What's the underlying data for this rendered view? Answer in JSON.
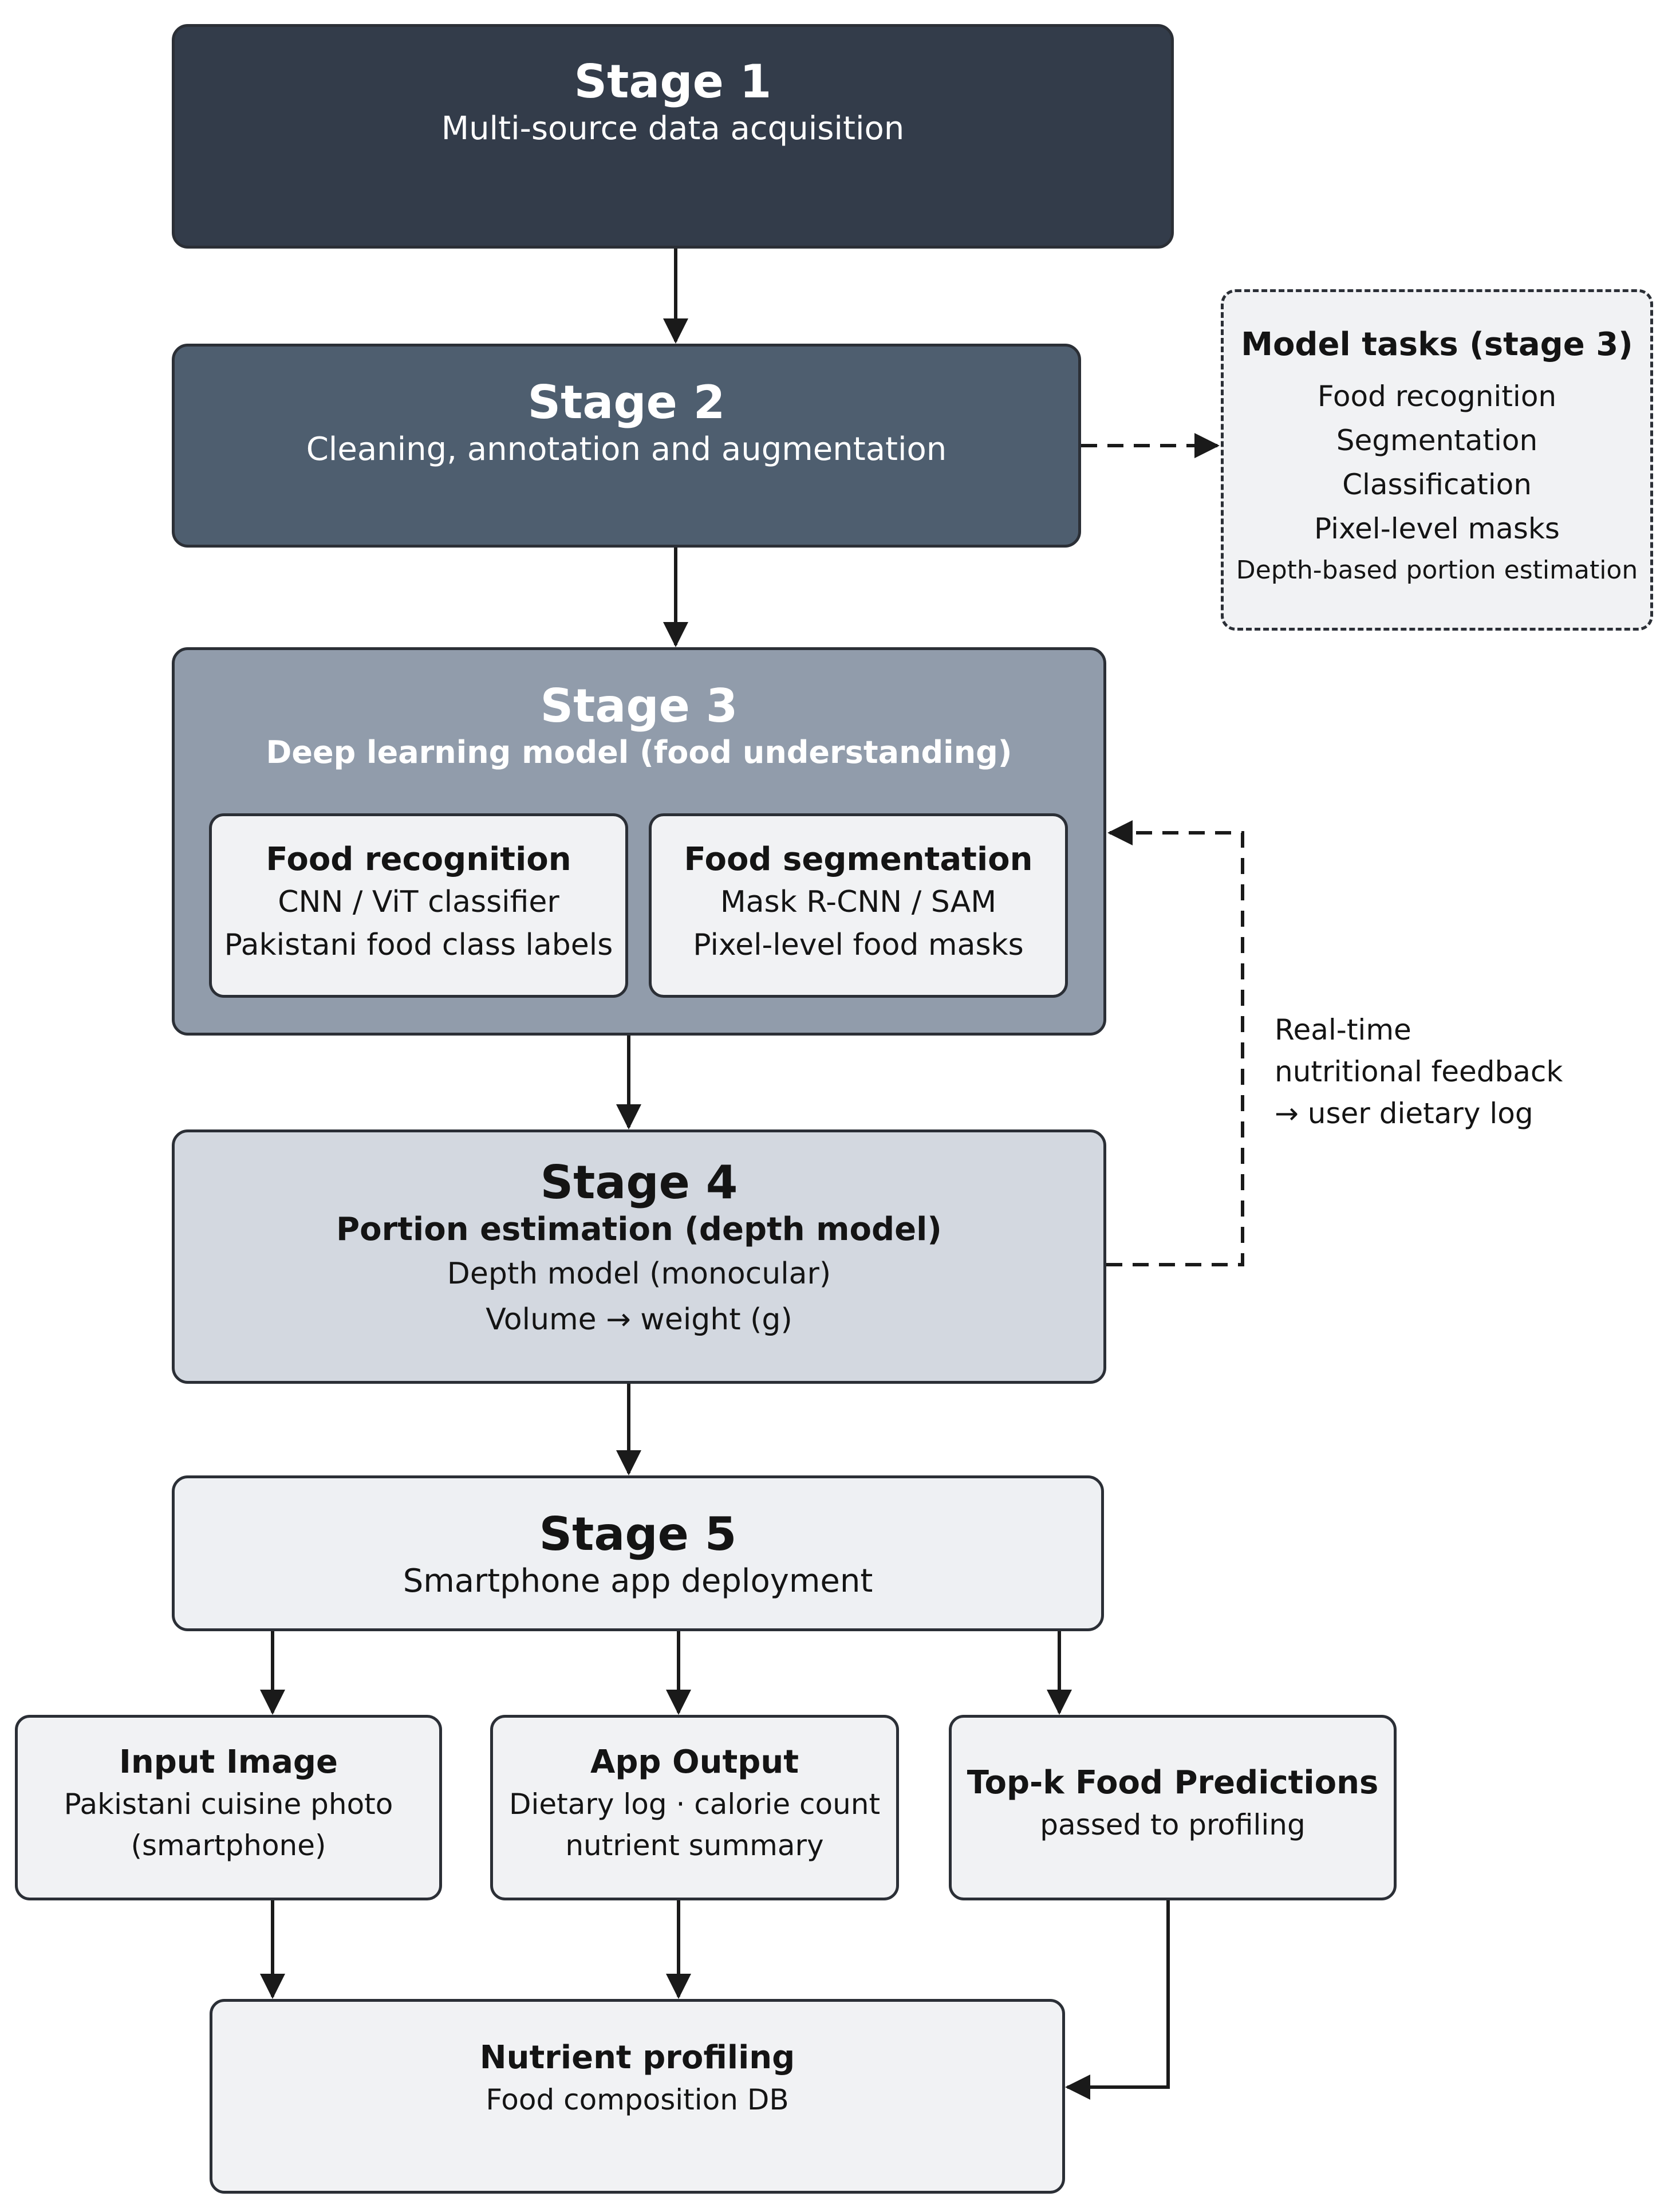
{
  "stages": [
    {
      "title": "Stage 1",
      "subtitle": "Multi-source data acquisition"
    },
    {
      "title": "Stage 2",
      "subtitle": "Cleaning, annotation and augmentation"
    },
    {
      "title": "Stage 3",
      "subtitle": "Deep learning model (food understanding)"
    },
    {
      "title": "Stage 4",
      "subtitle": "Portion estimation (depth model)",
      "lines": [
        "Depth model (monocular)",
        "Volume → weight (g)"
      ]
    },
    {
      "title": "Stage 5",
      "subtitle": "Smartphone app deployment"
    }
  ],
  "stage3_components": [
    {
      "title": "Food recognition",
      "lines": [
        "CNN / ViT classifier",
        "Pakistani food class labels"
      ]
    },
    {
      "title": "Food segmentation",
      "lines": [
        "Mask R-CNN / SAM",
        "Pixel-level food masks"
      ]
    }
  ],
  "model_tasks": {
    "title": "Model tasks (stage 3)",
    "items": [
      "Food recognition",
      "Segmentation",
      "Classification",
      "Pixel-level masks",
      "Depth-based portion estimation"
    ]
  },
  "feedback_label": [
    "Real-time",
    "nutritional feedback",
    "→ user dietary log"
  ],
  "outputs": [
    {
      "title": "Input Image",
      "lines": [
        "Pakistani cuisine photo",
        "(smartphone)"
      ]
    },
    {
      "title": "App Output",
      "lines": [
        "Dietary log · calorie count",
        "nutrient summary"
      ]
    },
    {
      "title": "Top-k Food Predictions",
      "lines": [
        "passed to profiling"
      ]
    }
  ],
  "nutrient_profiling": {
    "title": "Nutrient profiling",
    "subtitle": "Food composition DB"
  }
}
